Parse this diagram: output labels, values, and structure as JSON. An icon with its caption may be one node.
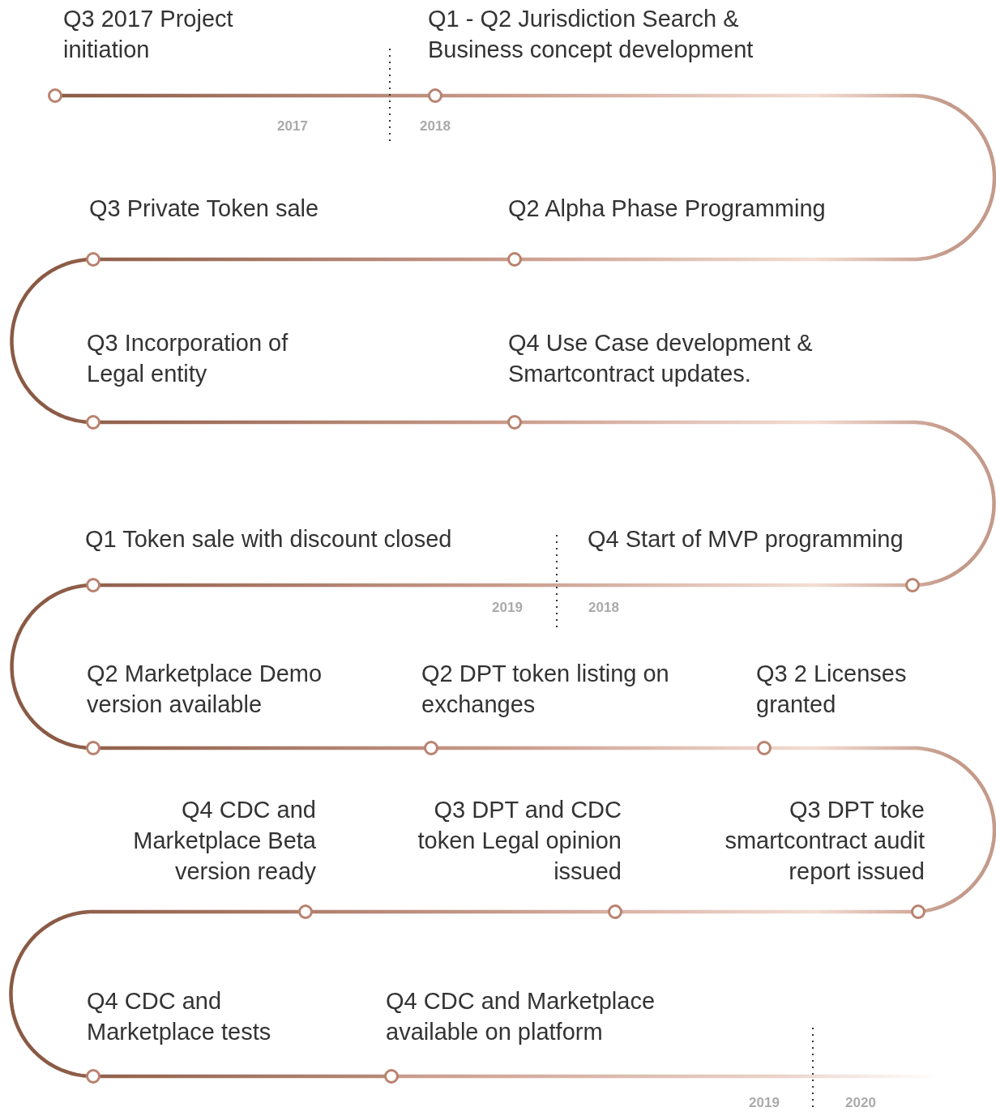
{
  "diagram": {
    "nodes": [
      {
        "text": [],
        "shape": "circle",
        "beside": [
          "Q3 2017 Project initiation"
        ]
      },
      {
        "text": [],
        "shape": "circle",
        "beside": [
          "Q1 - Q2 Jurisdiction Search & Business concept development"
        ]
      },
      {
        "text": [],
        "shape": "circle",
        "beside": [
          "Q2 Alpha Phase Programming"
        ]
      },
      {
        "text": [],
        "shape": "circle",
        "beside": [
          "Q3 Private Token sale"
        ]
      },
      {
        "text": [],
        "shape": "circle",
        "beside": [
          "Q3 Incorporation of Legal entity"
        ]
      },
      {
        "text": [],
        "shape": "circle",
        "beside": [
          "Q4 Use Case development & Smartcontract updates."
        ]
      },
      {
        "text": [],
        "shape": "circle",
        "beside": [
          "Q4 Start of MVP programming"
        ]
      },
      {
        "text": [],
        "shape": "circle",
        "beside": [
          "Q1 Token sale with discount closed"
        ]
      },
      {
        "text": [],
        "shape": "circle",
        "beside": [
          "Q2 Marketplace Demo version available"
        ]
      },
      {
        "text": [],
        "shape": "circle",
        "beside": [
          "Q2 DPT token listing on exchanges"
        ]
      },
      {
        "text": [],
        "shape": "circle",
        "beside": [
          "Q3 2 Licenses granted"
        ]
      },
      {
        "text": [],
        "shape": "circle",
        "beside": [
          "Q3 DPT toke smartcontract audit report issued"
        ]
      },
      {
        "text": [],
        "shape": "circle",
        "beside": [
          "Q3 DPT and CDC token Legal opinion issued"
        ]
      },
      {
        "text": [],
        "shape": "circle",
        "beside": [
          "Q4 CDC and Marketplace Beta version ready"
        ]
      },
      {
        "text": [],
        "shape": "circle",
        "beside": [
          "Q4 CDC and Marketplace tests"
        ]
      },
      {
        "text": [],
        "shape": "circle",
        "beside": [
          "Q4 CDC and Marketplace available on platform"
        ]
      }
    ],
    "edges": [
      {
        "from": 0,
        "to": 1,
        "arrow": "none"
      },
      {
        "from": 1,
        "to": 2,
        "arrow": "none"
      },
      {
        "from": 2,
        "to": 3,
        "arrow": "none"
      },
      {
        "from": 3,
        "to": 4,
        "arrow": "none"
      },
      {
        "from": 4,
        "to": 5,
        "arrow": "none"
      },
      {
        "from": 5,
        "to": 6,
        "arrow": "none"
      },
      {
        "from": 6,
        "to": 7,
        "arrow": "none"
      },
      {
        "from": 7,
        "to": 8,
        "arrow": "none"
      },
      {
        "from": 8,
        "to": 9,
        "arrow": "none"
      },
      {
        "from": 9,
        "to": 10,
        "arrow": "none"
      },
      {
        "from": 10,
        "to": 11,
        "arrow": "none"
      },
      {
        "from": 11,
        "to": 12,
        "arrow": "none"
      },
      {
        "from": 12,
        "to": 13,
        "arrow": "none"
      },
      {
        "from": 13,
        "to": 14,
        "arrow": "none"
      },
      {
        "from": 14,
        "to": 15,
        "arrow": "none"
      },
      {
        "from": 15,
        "to": null,
        "arrow": "none"
      }
    ],
    "labels": [
      "2017",
      "2018",
      "2019",
      "2018",
      "2019",
      "2020"
    ]
  }
}
